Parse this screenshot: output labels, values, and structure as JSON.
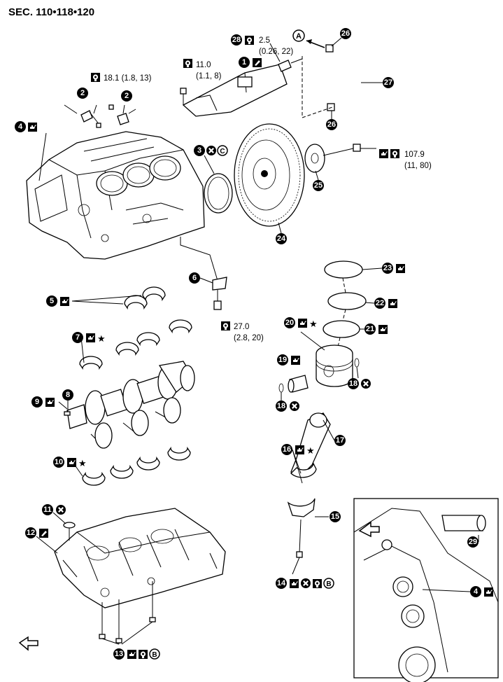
{
  "header": {
    "title": "SEC. 110•118•120"
  },
  "torque": {
    "t28": "2.5",
    "t28b": "(0.26, 22)",
    "t_top": "11.0",
    "t_topb": "(1.1, 8)",
    "t_left": "18.1 (1.8, 13)",
    "t_fly": "107.9",
    "t_flyb": "(11, 80)",
    "t_drain": "27.0",
    "t_drainb": "(2.8, 20)"
  },
  "callouts": {
    "c1": "1",
    "c2": "2",
    "c3": "3",
    "c4": "4",
    "c5": "5",
    "c6": "6",
    "c7": "7",
    "c8": "8",
    "c9": "9",
    "c10": "10",
    "c11": "11",
    "c12": "12",
    "c13": "13",
    "c14": "14",
    "c15": "15",
    "c16": "16",
    "c17": "17",
    "c18": "18",
    "c19": "19",
    "c20": "20",
    "c21": "21",
    "c22": "22",
    "c23": "23",
    "c24": "24",
    "c25": "25",
    "c26": "26",
    "c27": "27",
    "c28": "28",
    "c29": "29"
  },
  "refs": {
    "a": "A",
    "b": "B",
    "c": "C"
  },
  "symbols": [
    "oil-can-icon",
    "torque-wrench-icon",
    "no-reuse-x-icon",
    "sealant-icon",
    "star-icon"
  ]
}
